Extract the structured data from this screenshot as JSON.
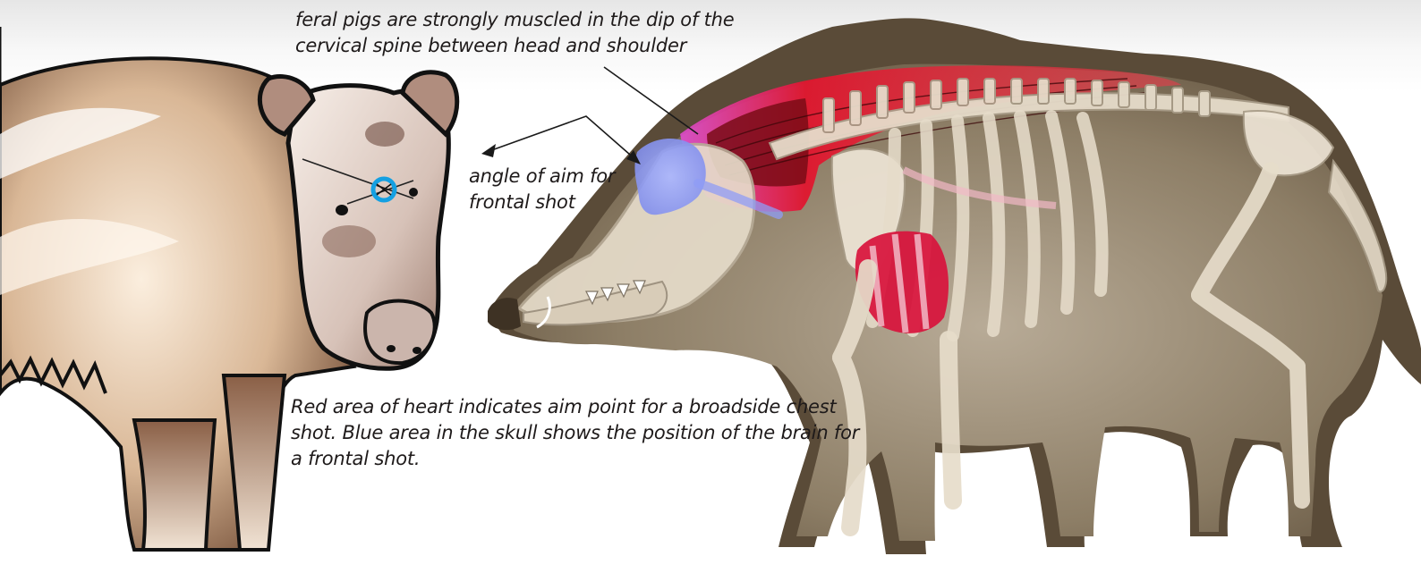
{
  "annotations": {
    "neck_muscle": "feral pigs are strongly muscled in the dip of the cervical spine between head and shoulder",
    "frontal_angle": "angle of aim for frontal shot",
    "aim_points": "Red area of heart indicates aim point for a broadside chest shot. Blue area in the skull shows the position of the brain for a frontal shot."
  },
  "colors": {
    "heart_aim": "#d8123c",
    "brain_aim": "#8f9cf6",
    "neck_muscle": "#e02030",
    "frontal_target_ring": "#14a0e2",
    "body_fill": "#8a7a62",
    "bone": "#e6dcca"
  },
  "icons": {
    "frontal_target": "crosshair-ring-icon"
  }
}
